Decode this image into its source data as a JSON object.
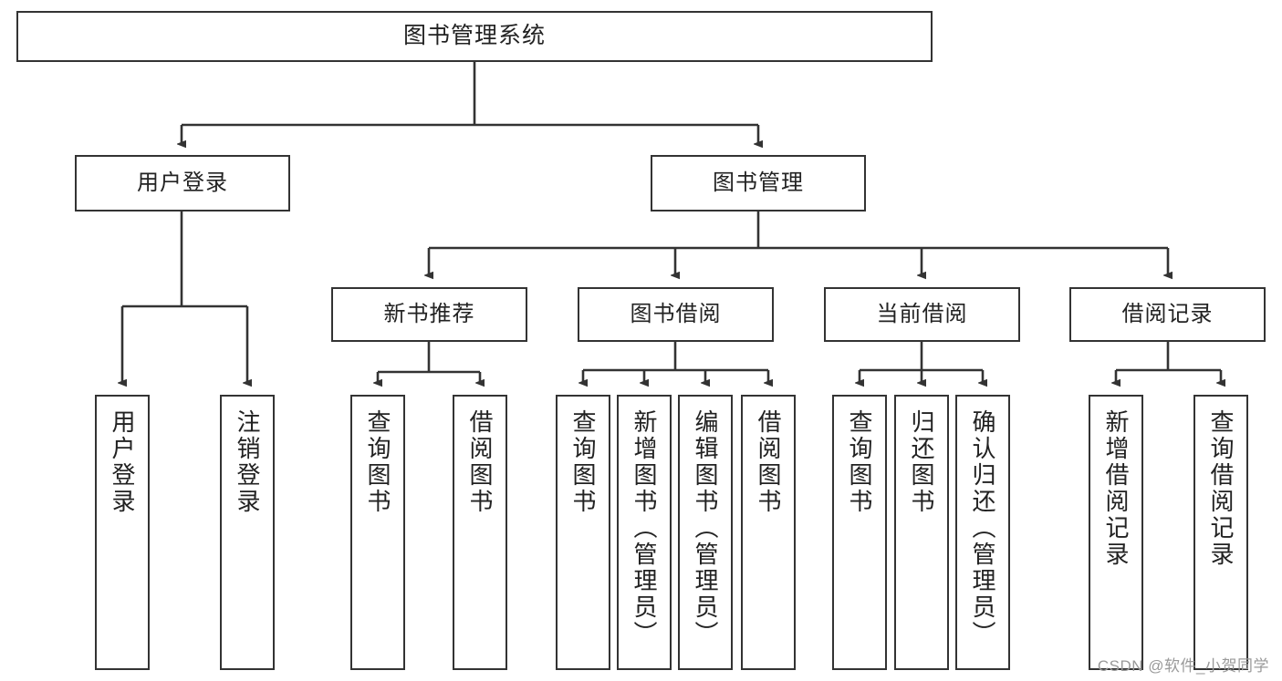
{
  "diagram": {
    "title": "图书管理系统",
    "type": "tree-hierarchy-chart",
    "watermark": "CSDN @软件_小贺同学",
    "colors": {
      "box_border": "#333333",
      "box_fill": "#ffffff",
      "edge": "#333333",
      "text": "#222222",
      "watermark_text": "#9a9a9a",
      "background": "#ffffff"
    },
    "nodes": {
      "root": {
        "label": "图书管理系统"
      },
      "level2": [
        {
          "id": "user-login",
          "label": "用户登录"
        },
        {
          "id": "book-manage",
          "label": "图书管理"
        }
      ],
      "level3": [
        {
          "id": "new-book-recommend",
          "label": "新书推荐"
        },
        {
          "id": "book-borrow",
          "label": "图书借阅"
        },
        {
          "id": "current-borrow",
          "label": "当前借阅"
        },
        {
          "id": "borrow-record",
          "label": "借阅记录"
        }
      ],
      "leaves": {
        "user_login": [
          {
            "id": "leaf-user-login",
            "label": "用户登录"
          },
          {
            "id": "leaf-logout-login",
            "label": "注销登录"
          }
        ],
        "new_book_recommend": [
          {
            "id": "leaf-query-book-1",
            "label": "查询图书"
          },
          {
            "id": "leaf-borrow-book-1",
            "label": "借阅图书"
          }
        ],
        "book_borrow": [
          {
            "id": "leaf-query-book-2",
            "label": "查询图书"
          },
          {
            "id": "leaf-add-book",
            "label": "新增图书（管理员）"
          },
          {
            "id": "leaf-edit-book",
            "label": "编辑图书（管理员）"
          },
          {
            "id": "leaf-borrow-book-2",
            "label": "借阅图书"
          }
        ],
        "current_borrow": [
          {
            "id": "leaf-query-book-3",
            "label": "查询图书"
          },
          {
            "id": "leaf-return-book",
            "label": "归还图书"
          },
          {
            "id": "leaf-confirm-return",
            "label": "确认归还（管理员）"
          }
        ],
        "borrow_record": [
          {
            "id": "leaf-add-record",
            "label": "新增借阅记录"
          },
          {
            "id": "leaf-query-record",
            "label": "查询借阅记录"
          }
        ]
      }
    }
  }
}
